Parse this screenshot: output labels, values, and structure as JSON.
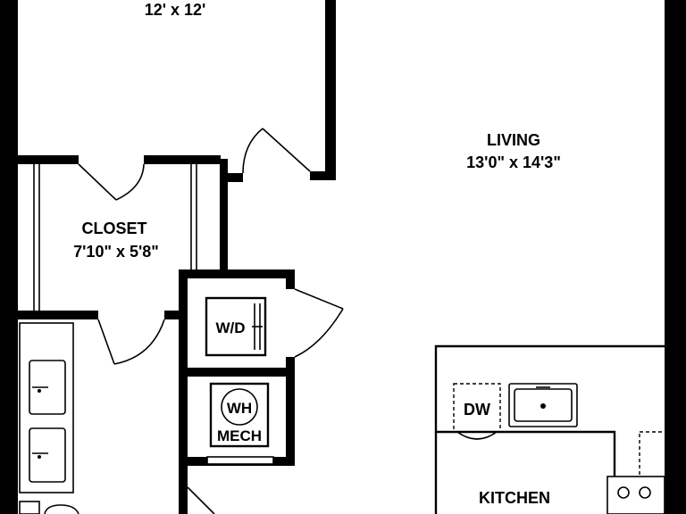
{
  "rooms": {
    "bedroom": {
      "dimensions": "12' x 12'"
    },
    "living": {
      "name": "LIVING",
      "dimensions": "13'0\" x 14'3\""
    },
    "closet": {
      "name": "CLOSET",
      "dimensions": "7'10\" x 5'8\""
    },
    "kitchen": {
      "name": "KITCHEN"
    }
  },
  "fixtures": {
    "washer_dryer": "W/D",
    "water_heater": "WH",
    "mechanical": "MECH",
    "dishwasher": "DW"
  }
}
